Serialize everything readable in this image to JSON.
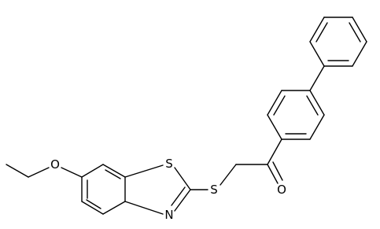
{
  "molecule": {
    "atom_labels": {
      "ether_oxygen": "O",
      "ring_sulfur": "S",
      "ring_nitrogen": "N",
      "thioether_sulfur": "S",
      "carbonyl_oxygen": "O"
    }
  },
  "colors": {
    "background": "#ffffff",
    "ink": "#000000"
  }
}
